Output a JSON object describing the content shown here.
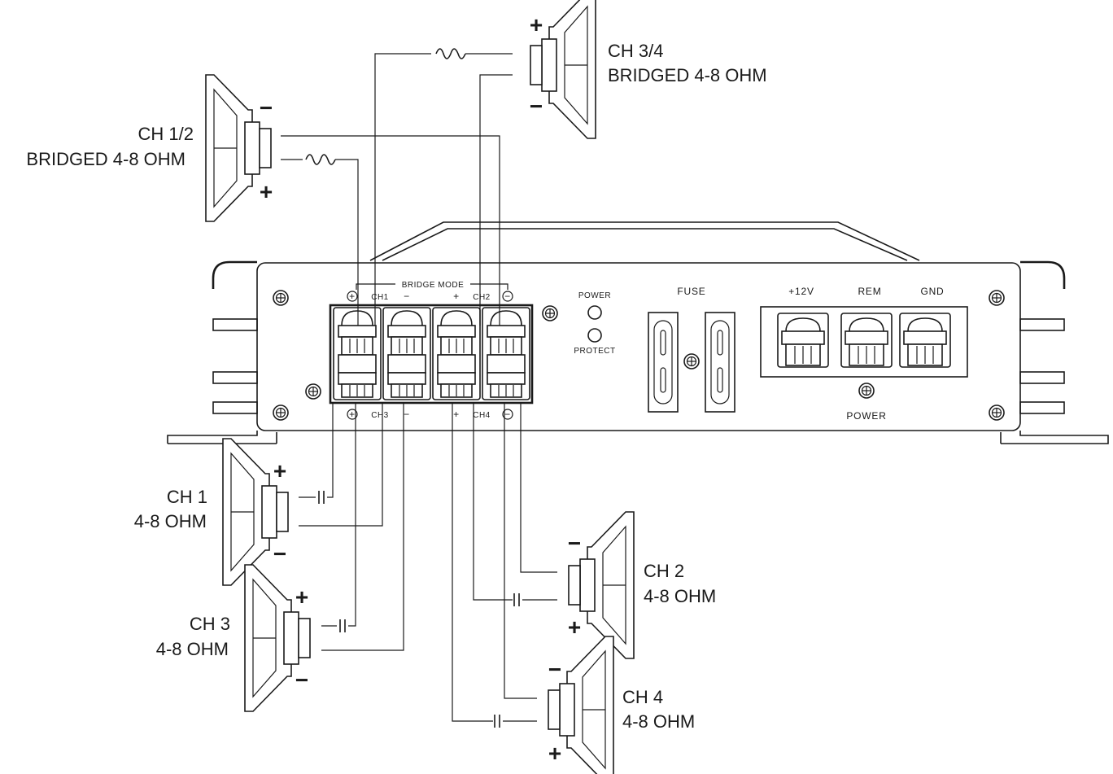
{
  "speakers": {
    "ch12": {
      "name": "CH 1/2",
      "rating": "BRIDGED 4-8 OHM",
      "plus": "+",
      "minus": "−"
    },
    "ch34": {
      "name": "CH 3/4",
      "rating": "BRIDGED 4-8 OHM",
      "plus": "+",
      "minus": "−"
    },
    "ch1": {
      "name": "CH 1",
      "rating": "4-8 OHM",
      "plus": "+",
      "minus": "−"
    },
    "ch2": {
      "name": "CH 2",
      "rating": "4-8 OHM",
      "plus": "+",
      "minus": "−"
    },
    "ch3": {
      "name": "CH 3",
      "rating": "4-8 OHM",
      "plus": "+",
      "minus": "−"
    },
    "ch4": {
      "name": "CH 4",
      "rating": "4-8 OHM",
      "plus": "+",
      "minus": "−"
    }
  },
  "amplifier": {
    "bridge_mode": "BRIDGE MODE",
    "top_terminals": {
      "ch1": "CH1",
      "ch2": "CH2",
      "plus": "+",
      "minus": "−"
    },
    "bottom_terminals": {
      "ch3": "CH3",
      "ch4": "CH4",
      "plus": "+",
      "minus": "−"
    },
    "power_led": "POWER",
    "protect_led": "PROTECT",
    "fuse": "FUSE",
    "power_terminals": {
      "v12": "+12V",
      "rem": "REM",
      "gnd": "GND"
    },
    "power_label": "POWER"
  }
}
